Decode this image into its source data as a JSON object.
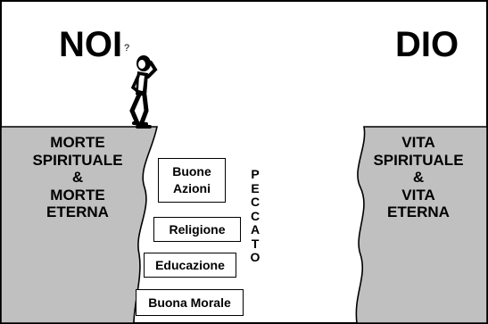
{
  "left_title": "NOI",
  "question_mark": "?",
  "right_title": "DIO",
  "left_cliff_lines": [
    "MORTE",
    "SPIRITUALE",
    "&",
    "MORTE",
    "ETERNA"
  ],
  "right_cliff_lines": [
    "VITA",
    "SPIRITUALE",
    "&",
    "VITA",
    "ETERNA"
  ],
  "steps": [
    "Buone Azioni",
    "Religione",
    "Educazione",
    "Buona Morale"
  ],
  "gap_label": "PECCATO",
  "colors": {
    "cliff": "#c0c0c0",
    "stroke": "#000000",
    "background": "#ffffff"
  },
  "icons": {
    "person": "confused-person-icon"
  }
}
